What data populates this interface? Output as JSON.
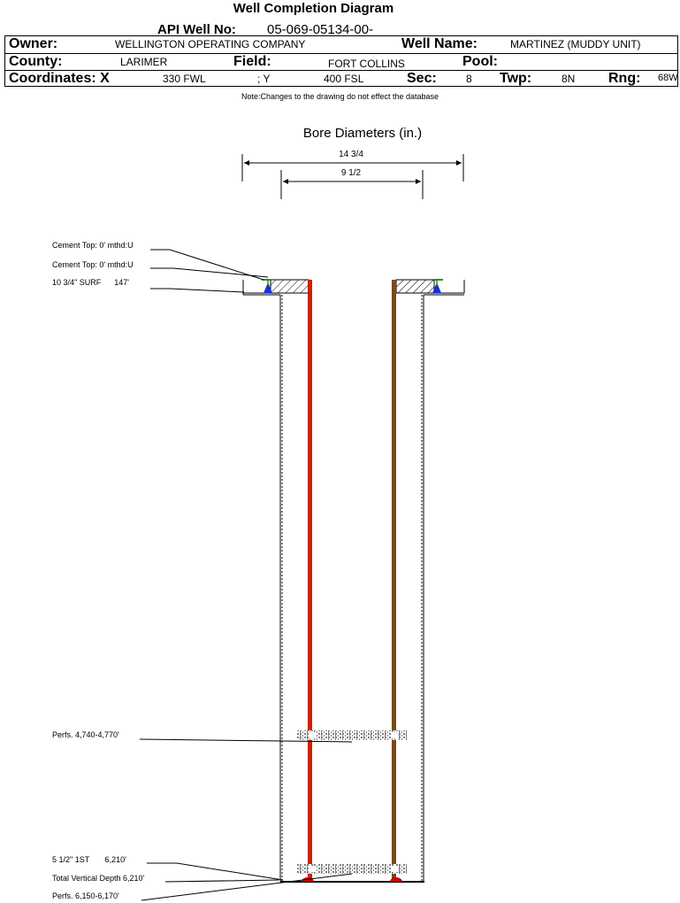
{
  "header": {
    "title": "Well Completion Diagram",
    "api_label": "API Well No:",
    "api_value": "05-069-05134-00-",
    "owner_label": "Owner:",
    "owner_value": "WELLINGTON OPERATING COMPANY",
    "well_name_label": "Well Name:",
    "well_name_value": "MARTINEZ  (MUDDY UNIT)",
    "county_label": "County:",
    "county_value": "LARIMER",
    "field_label": "Field:",
    "field_value": "FORT COLLINS",
    "pool_label": "Pool:",
    "pool_value": "",
    "coordinates_label": "Coordinates: X",
    "x_value": "330 FWL",
    "y_label": "; Y",
    "y_value": "400 FSL",
    "sec_label": "Sec:",
    "sec_value": "8",
    "twp_label": "Twp:",
    "twp_value": "8N",
    "rng_label": "Rng:",
    "rng_value": "68W"
  },
  "note": "Note:Changes to the drawing do not effect the database",
  "bore": {
    "title": "Bore Diameters (in.)",
    "outer_diameter": "14 3/4",
    "inner_diameter": "9 1/2"
  },
  "callouts": {
    "cement_top_1": "Cement Top: 0' mthd:U",
    "cement_top_2": "Cement Top: 0' mthd:U",
    "surface_casing": "10 3/4\" SURF      147'",
    "perfs_upper": "Perfs. 4,740-4,770'",
    "production_casing": "5 1/2\" 1ST       6,210'",
    "total_depth": "Total Vertical Depth 6,210'",
    "perfs_lower": "Perfs. 6,150-6,170'"
  },
  "colors": {
    "casing_inner": "#cc2200",
    "casing_outer": "#7a4a1a",
    "cement_wedge": "#1a2fd6",
    "cement_green": "#2e8b2e",
    "bottom_plug": "#cc0000"
  }
}
